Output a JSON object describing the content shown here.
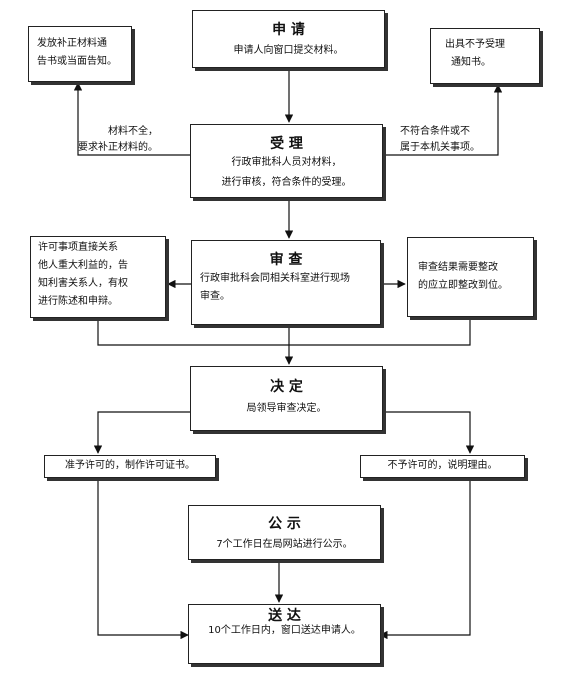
{
  "boxes": {
    "apply": {
      "title": "申 请",
      "text": "申请人向窗口提交材料。"
    },
    "correction": {
      "lines": [
        "发放补正材料通",
        "告书或当面告知。"
      ]
    },
    "reject_notice": {
      "lines": [
        "出具不予受理",
        "通知书。"
      ]
    },
    "accept": {
      "title": "受 理",
      "lines": [
        "行政审批科人员对材料，",
        "进行审核，符合条件的受理。"
      ]
    },
    "rights": {
      "lines": [
        "许可事项直接关系",
        "他人重大利益的，告",
        "知利害关系人，有权",
        "进行陈述和申辩。"
      ]
    },
    "review": {
      "title": "审 查",
      "lines": [
        "行政审批科会同相关科室进行现场",
        "审查。"
      ]
    },
    "rectify": {
      "lines": [
        "审查结果需要整改",
        "的应立即整改到位。"
      ]
    },
    "decision": {
      "title": "决 定",
      "text": "局领导审查决定。"
    },
    "grant": {
      "text": "准予许可的，制作许可证书。"
    },
    "deny": {
      "text": "不予许可的，说明理由。"
    },
    "publicize": {
      "title": "公 示",
      "text": "7个工作日在局网站进行公示。"
    },
    "deliver": {
      "title": "送 达",
      "text": "10个工作日内，窗口送达申请人。"
    }
  },
  "labels": {
    "incomplete": [
      "材料不全，",
      "要求补正材料的。"
    ],
    "not_qualified": [
      "不符合条件或不",
      "属于本机关事项。"
    ]
  }
}
